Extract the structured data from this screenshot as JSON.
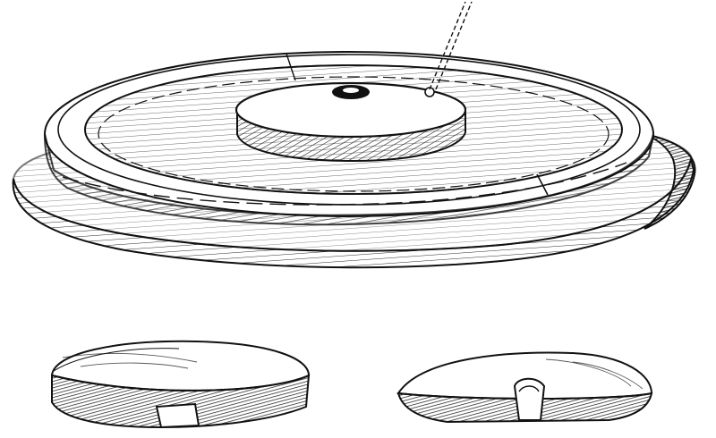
{
  "illustration": {
    "style": "black-and-white pen hatching",
    "ink_color": "#111111",
    "paper_color": "#ffffff",
    "objects": [
      "millstone-assembly",
      "stone-fragment-left",
      "stone-fragment-right"
    ]
  }
}
